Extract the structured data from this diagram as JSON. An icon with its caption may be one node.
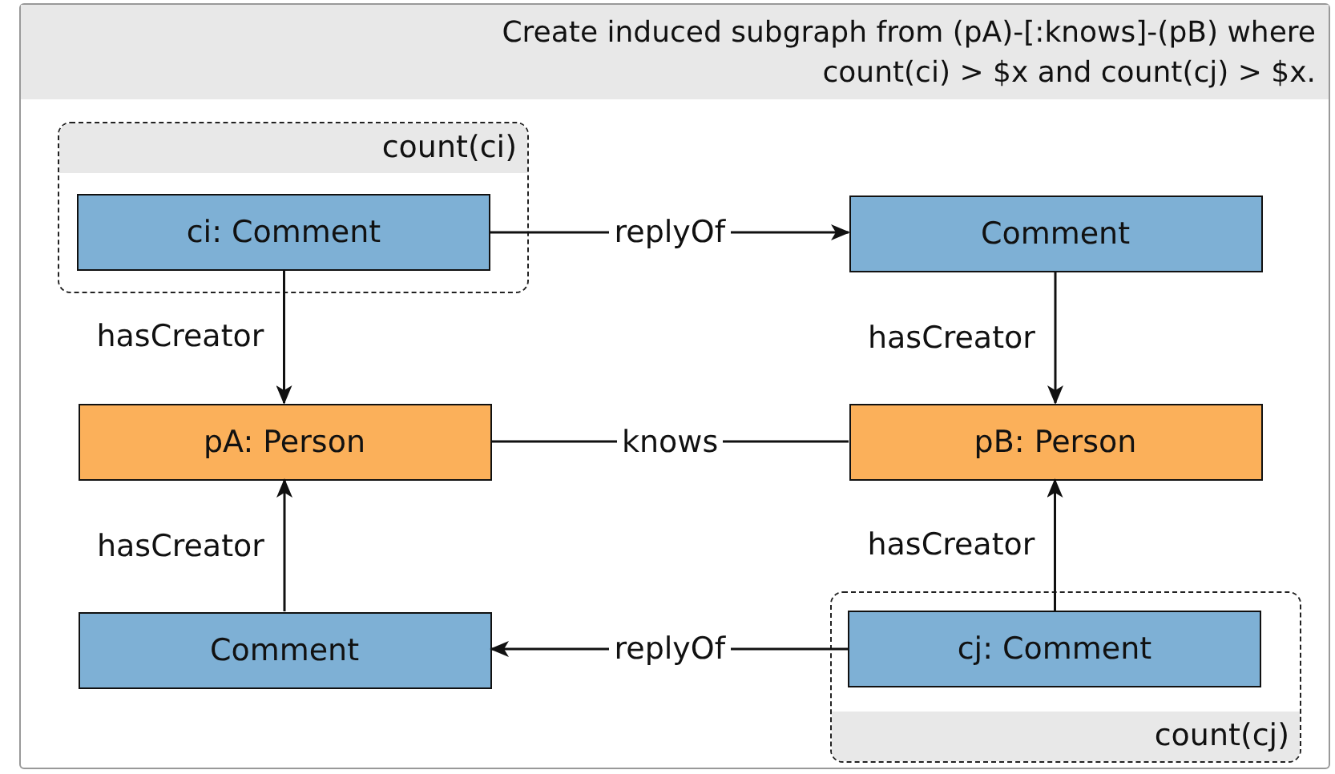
{
  "diagram": {
    "nodes": [
      {
        "text": [
          "Create induced subgraph from (pA)-[:knows]-(pB) where count(ci) > $x and count(cj) > $x."
        ]
      },
      {
        "text": [
          "count(ci)"
        ],
        "in": 0
      },
      {
        "text": [
          "ci: Comment"
        ],
        "in": 1
      },
      {
        "text": [
          "Comment"
        ],
        "in": 0
      },
      {
        "text": [
          "pA: Person"
        ],
        "in": 0
      },
      {
        "text": [
          "pB: Person"
        ],
        "in": 0
      },
      {
        "text": [
          "Comment"
        ],
        "in": 0
      },
      {
        "text": [
          "count(cj)"
        ],
        "in": 0
      },
      {
        "text": [
          "cj: Comment"
        ],
        "in": 7
      }
    ],
    "edges": [
      {
        "from": 2,
        "to": 3,
        "arrow": "to",
        "label": "replyOf"
      },
      {
        "from": 2,
        "to": 4,
        "arrow": "to",
        "label": "hasCreator"
      },
      {
        "from": 3,
        "to": 5,
        "arrow": "to",
        "label": "hasCreator"
      },
      {
        "from": 4,
        "to": 5,
        "arrow": "none",
        "label": "knows"
      },
      {
        "from": 6,
        "to": 4,
        "arrow": "to",
        "label": "hasCreator"
      },
      {
        "from": 8,
        "to": 5,
        "arrow": "to",
        "label": "hasCreator"
      },
      {
        "from": 8,
        "to": 6,
        "arrow": "to",
        "label": "replyOf"
      }
    ]
  }
}
